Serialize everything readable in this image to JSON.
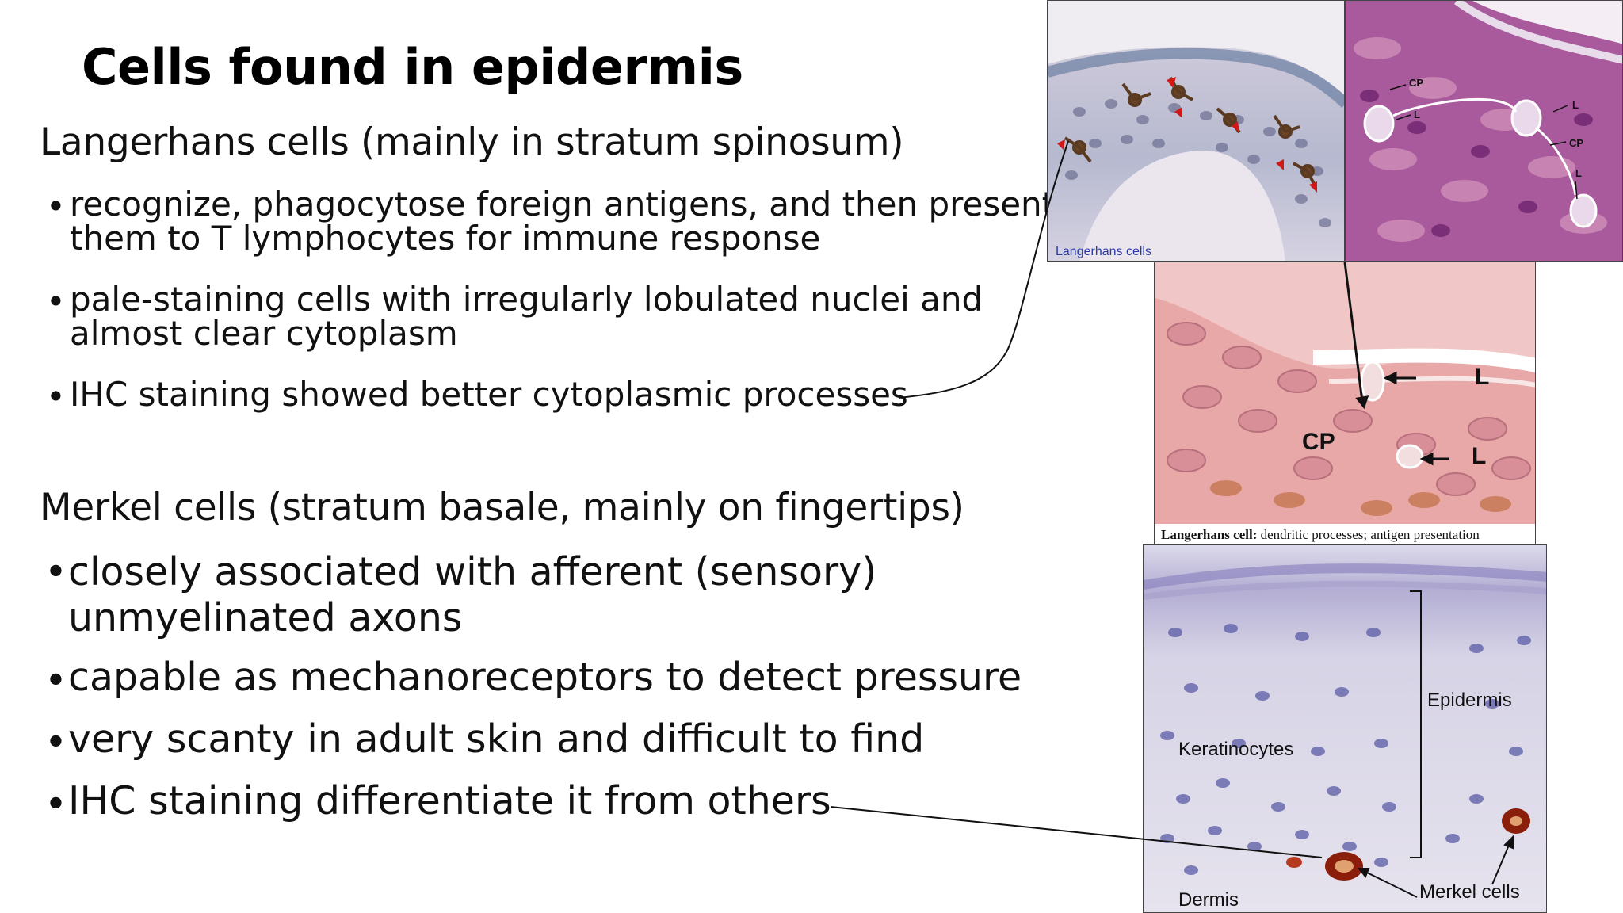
{
  "slide": {
    "title": "Cells found in epidermis",
    "langerhans": {
      "heading": "Langerhans cells (mainly in stratum spinosum)",
      "bullets": [
        "recognize, phagocytose foreign antigens, and then present them to T lymphocytes for immune response",
        "pale-staining cells with irregularly lobulated nuclei and almost clear cytoplasm",
        "IHC staining showed better cytoplasmic processes"
      ]
    },
    "merkel": {
      "heading": "Merkel cells (stratum basale, mainly on fingertips)",
      "bullets": [
        "closely associated with afferent (sensory) unmyelinated axons",
        "capable as mechanoreceptors to detect pressure",
        "very scanty in adult skin and difficult to find",
        "IHC staining differentiate it from others"
      ]
    },
    "bullet_char": "•"
  },
  "images": {
    "ihc_langerhans": {
      "caption": "Langerhans cells"
    },
    "he_small": {
      "labels": {
        "cp": "CP",
        "l": "L"
      }
    },
    "he_large": {
      "labels": {
        "cp": "CP",
        "l": "L"
      },
      "caption_bold": "Langerhans cell:",
      "caption_rest": "dendritic processes; antigen presentation"
    },
    "merkel_ihc": {
      "labels": {
        "epidermis": "Epidermis",
        "keratinocytes": "Keratinocytes",
        "dermis": "Dermis",
        "merkel": "Merkel cells"
      }
    }
  },
  "colors": {
    "title": "#000000",
    "text": "#111111",
    "he_pink": "#d9a3c3",
    "ihc_purple": "#b7b2d6",
    "red_arrow": "#d01818"
  }
}
